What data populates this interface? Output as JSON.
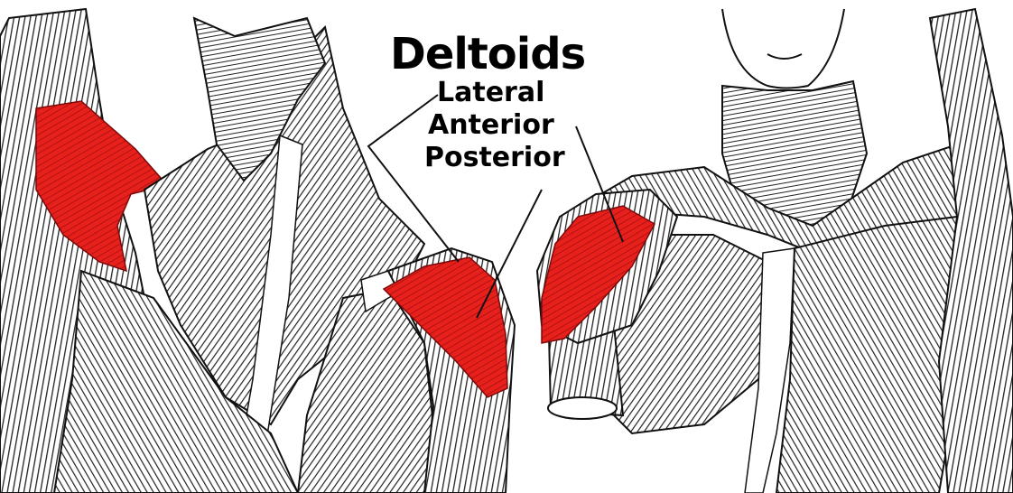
{
  "diagram": {
    "title": "Deltoids",
    "labels": [
      {
        "text": "Lateral"
      },
      {
        "text": "Anterior"
      },
      {
        "text": "Posterior"
      }
    ]
  },
  "colors": {
    "muscle_highlight": "#e8201c",
    "ink": "#1a1a1a",
    "background": "#ffffff"
  }
}
